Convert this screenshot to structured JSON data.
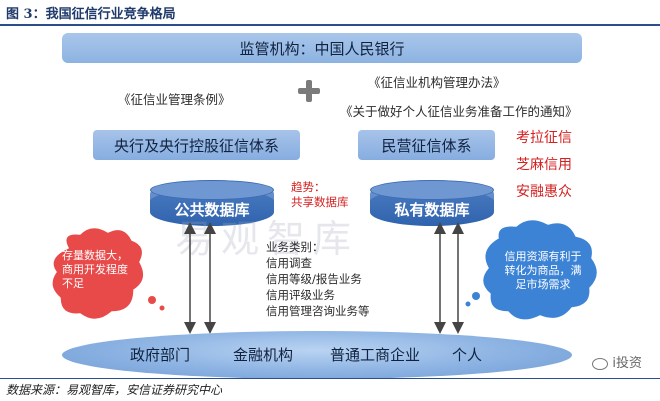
{
  "figure_title": "图 3：我国征信行业竞争格局",
  "regulator": "监管机构：中国人民银行",
  "regulations": {
    "left": "《征信业管理条例》",
    "right_1": "《征信业机构管理办法》",
    "right_2": "《关于做好个人征信业务准备工作的通知》"
  },
  "systems": {
    "central": "央行及央行控股征信体系",
    "private": "民营征信体系"
  },
  "private_examples": [
    "考拉征信",
    "芝麻信用",
    "安融惠众"
  ],
  "databases": {
    "public": "公共数据库",
    "private": "私有数据库"
  },
  "trend": {
    "line1": "趋势：",
    "line2": "共享数据库"
  },
  "business": {
    "heading": "业务类别：",
    "items": [
      "信用调查",
      "信用等级/报告业务",
      "信用评级业务",
      "信用管理咨询业务等"
    ]
  },
  "left_callout": "存量数据大，商用开发程度不足",
  "right_callout": "信用资源有利于转化为商品，满足市场需求",
  "entities": [
    "政府部门",
    "金融机构",
    "普通工商企业",
    "个人"
  ],
  "watermark": "易观智库",
  "source": "数据来源：易观智库，安信证券研究中心",
  "brand": "i投资",
  "colors": {
    "box_blue": "#8db3e2",
    "db_blue": "#2f63ad",
    "red": "#d42020",
    "callout_red": "#e84a4a",
    "callout_blue": "#3c83d6"
  }
}
